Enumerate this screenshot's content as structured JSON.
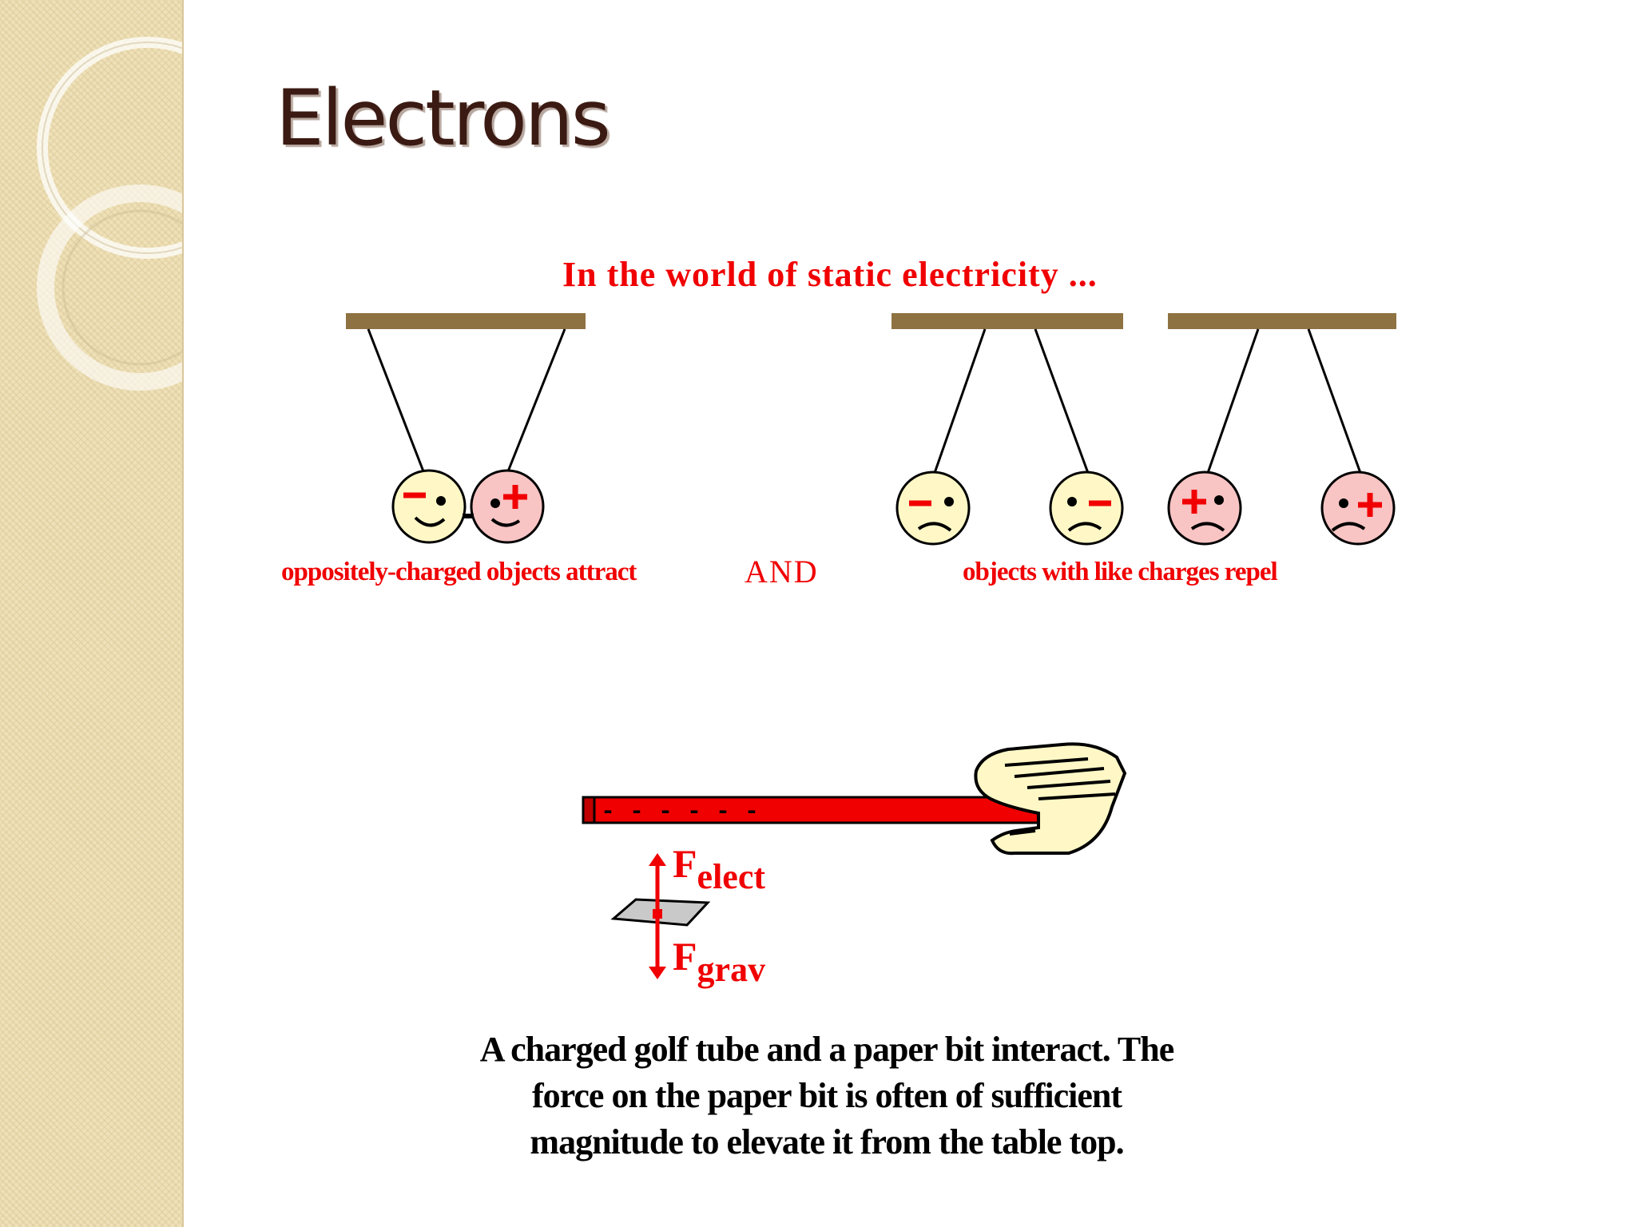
{
  "slide": {
    "title": "Electrons"
  },
  "figure": {
    "heading": "In the world of static electricity ...",
    "caption_attract": "oppositely-charged objects attract",
    "caption_and": "AND",
    "caption_repel": "objects with like charges repel",
    "force_elect_symbol": "F",
    "force_elect_subscript": "elect",
    "force_grav_symbol": "F",
    "force_grav_subscript": "grav",
    "tube_charges": "- - - - - -",
    "caption": "A charged golf tube and a paper bit interact.  The force on the paper bit is often of sufficient magnitude to elevate it from the table top."
  },
  "colors": {
    "accent_red": "#f00000",
    "bar_brown": "#8f7242",
    "neutral_ball": "#fff8c6",
    "positive_ball": "#f9c4c4",
    "sidebar": "#efe1b8",
    "title": "#3a1a12"
  }
}
